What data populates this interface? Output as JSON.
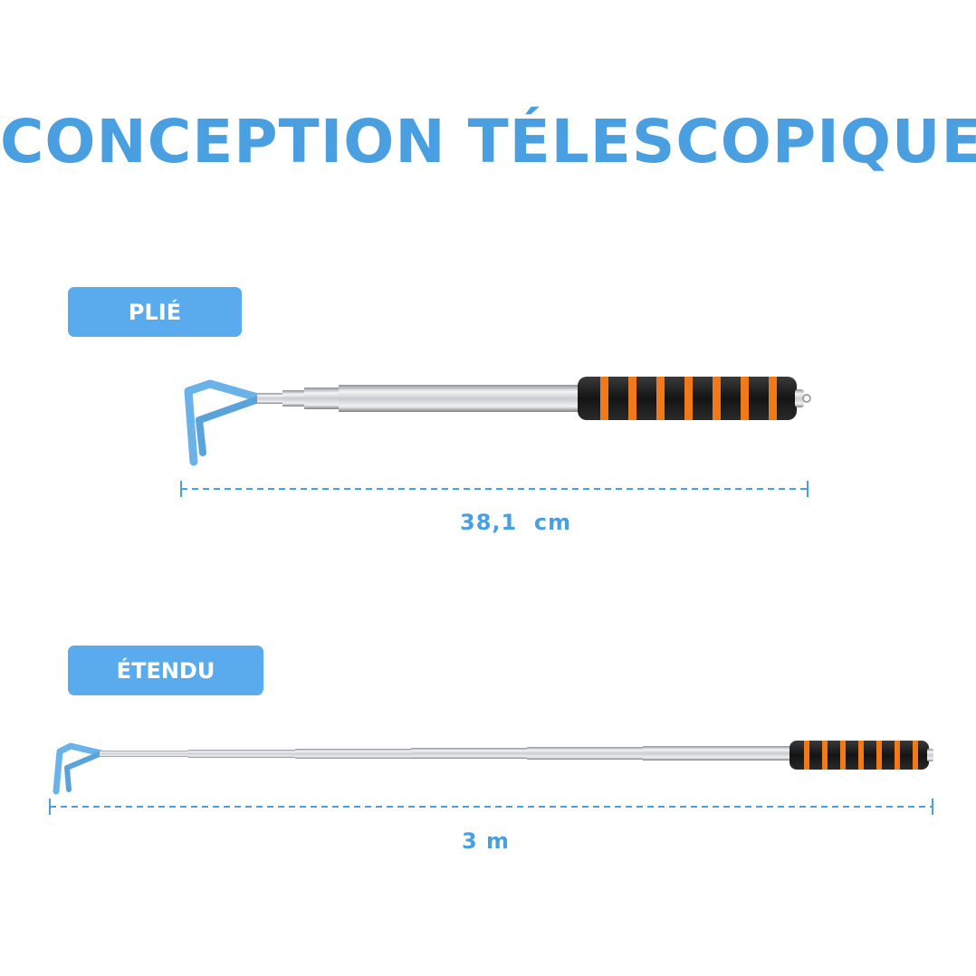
{
  "title": "CONCEPTION TÉLESCOPIQUE",
  "folded": {
    "badge": "PLIÉ",
    "length_label": "38,1  cm"
  },
  "extended": {
    "badge": "ÉTENDU",
    "length_label": "3 m"
  },
  "colors": {
    "title": "#4a9fe0",
    "badge": "#5aabee",
    "hook": "#6ab2ea",
    "dashed_line": "#4a9fe0",
    "grip_foam": "#1c1c1c",
    "grip_ring": "#f07a1a",
    "shaft": "#c9ccd0"
  },
  "icons": [
    "telescopic-hook-folded-illustration",
    "telescopic-hook-extended-illustration"
  ]
}
